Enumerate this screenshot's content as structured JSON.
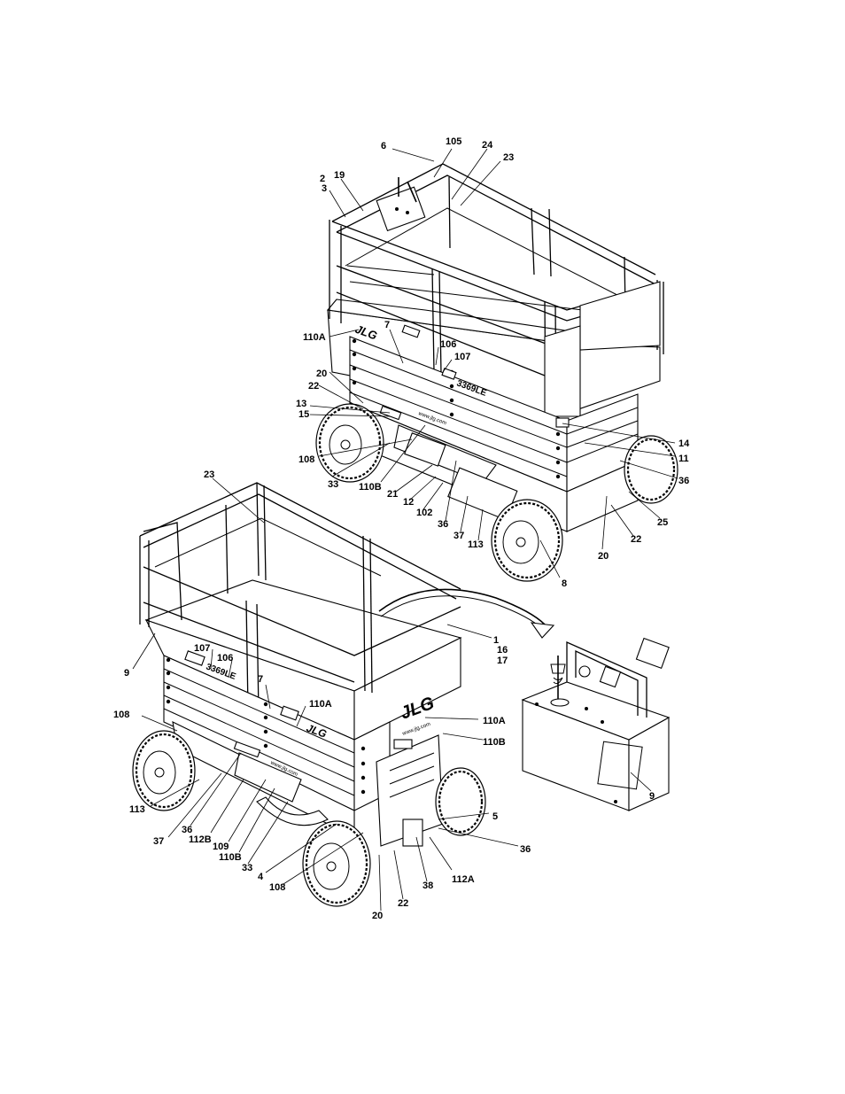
{
  "brand": {
    "logo_text": "JLG",
    "website": "www.jlg.com"
  },
  "upper_machine": {
    "model_decal": "3369LE",
    "callouts": [
      "6",
      "105",
      "24",
      "23",
      "19",
      "2",
      "3",
      "110A",
      "7",
      "106",
      "107",
      "20",
      "22",
      "13",
      "15",
      "108",
      "33",
      "110B",
      "21",
      "12",
      "102",
      "36",
      "37",
      "113",
      "14",
      "11",
      "36",
      "25",
      "22",
      "20",
      "8"
    ]
  },
  "lower_machine": {
    "model_decal": "3369LE",
    "callouts": [
      "23",
      "1",
      "16",
      "17",
      "9",
      "107",
      "106",
      "7",
      "110A",
      "110A",
      "108",
      "110B",
      "113",
      "37",
      "36",
      "112B",
      "109",
      "110B",
      "33",
      "4",
      "108",
      "20",
      "22",
      "38",
      "112A",
      "36",
      "5"
    ]
  },
  "control_box": {
    "callouts": [
      "9"
    ]
  }
}
